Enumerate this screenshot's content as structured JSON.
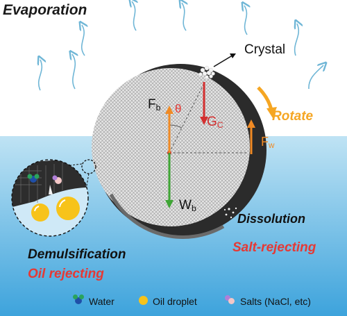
{
  "labels": {
    "evaporation": "Evaporation",
    "crystal": "Crystal",
    "rotate": "Rotate",
    "dissolution": "Dissolution",
    "salt_rejecting": "Salt-rejecting",
    "demulsification": "Demulsification",
    "oil_rejecting": "Oil rejecting",
    "theta": "θ"
  },
  "forces": {
    "fb": {
      "main": "F",
      "sub": "b"
    },
    "gc": {
      "main": "G",
      "sub": "C"
    },
    "fw": {
      "main": "F",
      "sub": "w"
    },
    "wb": {
      "main": "W",
      "sub": "b"
    }
  },
  "legend": [
    {
      "label": "Water",
      "icon": "water-molecule-icon"
    },
    {
      "label": "Oil droplet",
      "icon": "oil-droplet-icon"
    },
    {
      "label": "Salts (NaCl, etc)",
      "icon": "salt-ions-icon"
    }
  ],
  "colors": {
    "water_top": "#bfe3f4",
    "water_bottom": "#3da3dc",
    "gravity_arrow": "#d32f2f",
    "buoyancy_arrow": "#f08a24",
    "weight_arrow": "#3fa535",
    "rotate_arrow": "#f5a623",
    "vapor_arrow": "#6fb6d6",
    "oil_droplet": "#f7c31a"
  }
}
